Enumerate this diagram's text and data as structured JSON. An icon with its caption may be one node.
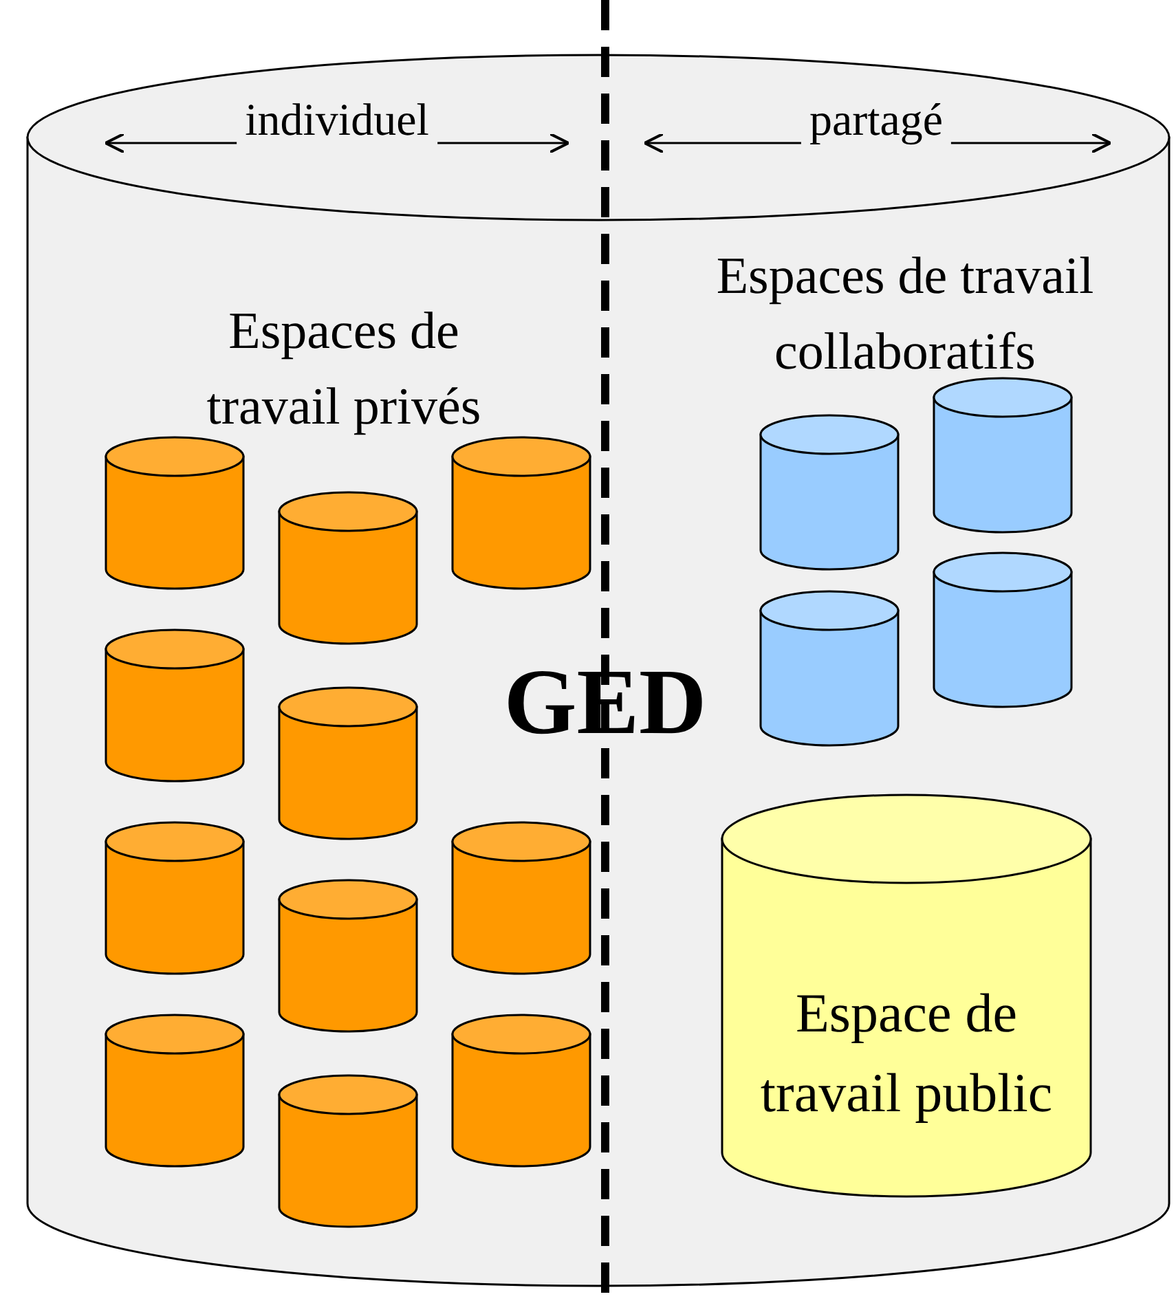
{
  "diagram": {
    "nodes": [
      {
        "text": [
          "GED"
        ]
      },
      {
        "text": [],
        "shape": "cylinder",
        "in": 0
      },
      {
        "text": [],
        "shape": "cylinder",
        "in": 0
      },
      {
        "text": [],
        "shape": "cylinder",
        "in": 0
      },
      {
        "text": [],
        "shape": "cylinder",
        "in": 0
      },
      {
        "text": [],
        "shape": "cylinder",
        "in": 0
      },
      {
        "text": [],
        "shape": "cylinder",
        "in": 0
      },
      {
        "text": [],
        "shape": "cylinder",
        "in": 0
      },
      {
        "text": [],
        "shape": "cylinder",
        "in": 0
      },
      {
        "text": [],
        "shape": "cylinder",
        "in": 0
      },
      {
        "text": [],
        "shape": "cylinder",
        "in": 0
      },
      {
        "text": [],
        "shape": "cylinder",
        "in": 0
      },
      {
        "text": [],
        "shape": "cylinder",
        "in": 0
      },
      {
        "text": [],
        "shape": "cylinder",
        "in": 0
      },
      {
        "text": [],
        "shape": "cylinder",
        "in": 0
      },
      {
        "text": [],
        "shape": "cylinder",
        "in": 0
      },
      {
        "text": [
          "Espace de travail public"
        ],
        "in": 0
      }
    ],
    "labels": [
      "individuel",
      "partagé",
      "Espaces de travail privés",
      "Espaces de travail collaboratifs"
    ]
  }
}
